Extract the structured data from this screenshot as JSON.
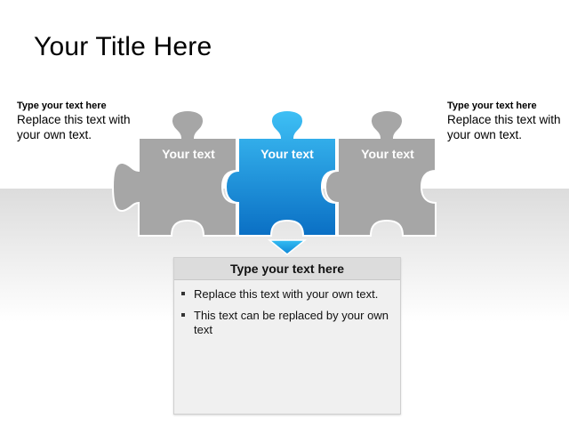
{
  "slide": {
    "title": "Your Title Here"
  },
  "left_note": {
    "heading": "Type your text here",
    "body": "Replace this text with your own text."
  },
  "right_note": {
    "heading": "Type your text here",
    "body": "Replace this text with your own text."
  },
  "puzzle": {
    "pieces": [
      {
        "label": "Your text",
        "color": "#a6a6a6",
        "highlighted": false
      },
      {
        "label": "Your text",
        "color_top": "#3ec0f5",
        "color_bottom": "#0a6fc4",
        "highlighted": true
      },
      {
        "label": "Your text",
        "color": "#a6a6a6",
        "highlighted": false
      }
    ],
    "arrow_color": "#1ea8e8"
  },
  "detail_box": {
    "heading": "Type your text here",
    "bullets": [
      "Replace this text with your own text.",
      "This text can be replaced by your own text"
    ]
  }
}
